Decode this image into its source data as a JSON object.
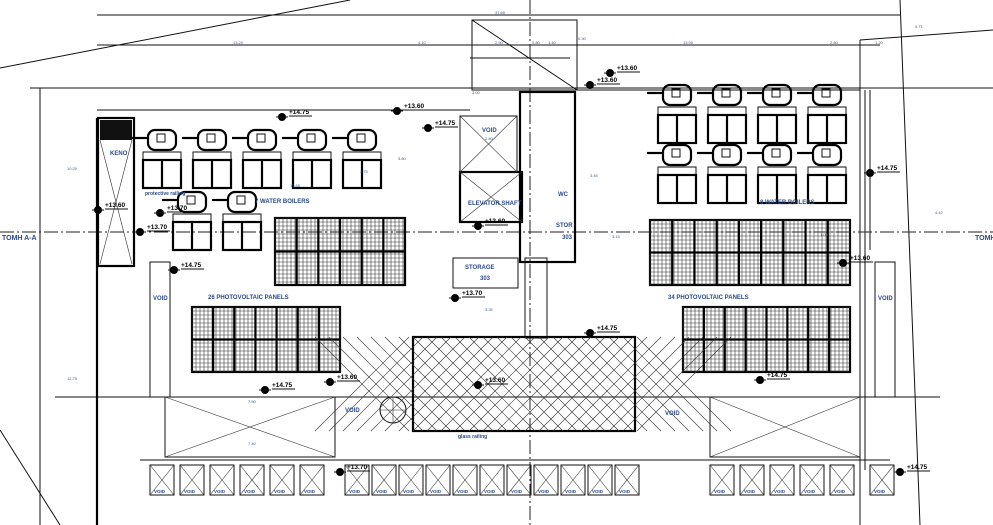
{
  "title": "Roof plan drawing",
  "section_marker": {
    "left": "TOMH A-A",
    "right": "TOMH"
  },
  "rooms": {
    "keno": "KENO",
    "void": "VOID",
    "elevator_shaft": "ELEVATOR SHAFT",
    "storage": "STORAGE",
    "storage_no": "303",
    "wc": "WC",
    "stor": "STOR",
    "stor_no": "303"
  },
  "equipment": {
    "boilers_left": "7 WATER BOILERS",
    "boilers_right": "8 WATER BOILERS",
    "pv_left": "26 PHOTOVOLTAIC PANELS",
    "pv_right": "34 PHOTOVOLTAIC PANELS",
    "protective_railing": "protective railing",
    "glass_railing": "glass railing"
  },
  "levels": [
    "+14.75",
    "+13.60",
    "+13.70",
    "+14.75",
    "+13.60",
    "+14.75",
    "+13.60",
    "+13.70",
    "+14.75",
    "+13.60",
    "+14.75",
    "+13.60",
    "+14.75",
    "+13.60",
    "+14.75",
    "+13.60",
    "+13.70",
    "+14.75",
    "+13.60",
    "+13.70"
  ],
  "dimensions": {
    "overall": "37.65",
    "top": [
      "13.20",
      "4.10",
      "2.50",
      "0.80",
      "1.40",
      "0.30",
      "13.90",
      "2.80",
      "1.20"
    ],
    "misc": [
      "5.71",
      "3.00",
      "2.80",
      "3.45",
      "3.15",
      "15.65",
      "3.75",
      "3.80",
      "3.35",
      "1.00",
      "7.50",
      "7.40",
      "10.20",
      "12.75",
      "4.42"
    ]
  }
}
